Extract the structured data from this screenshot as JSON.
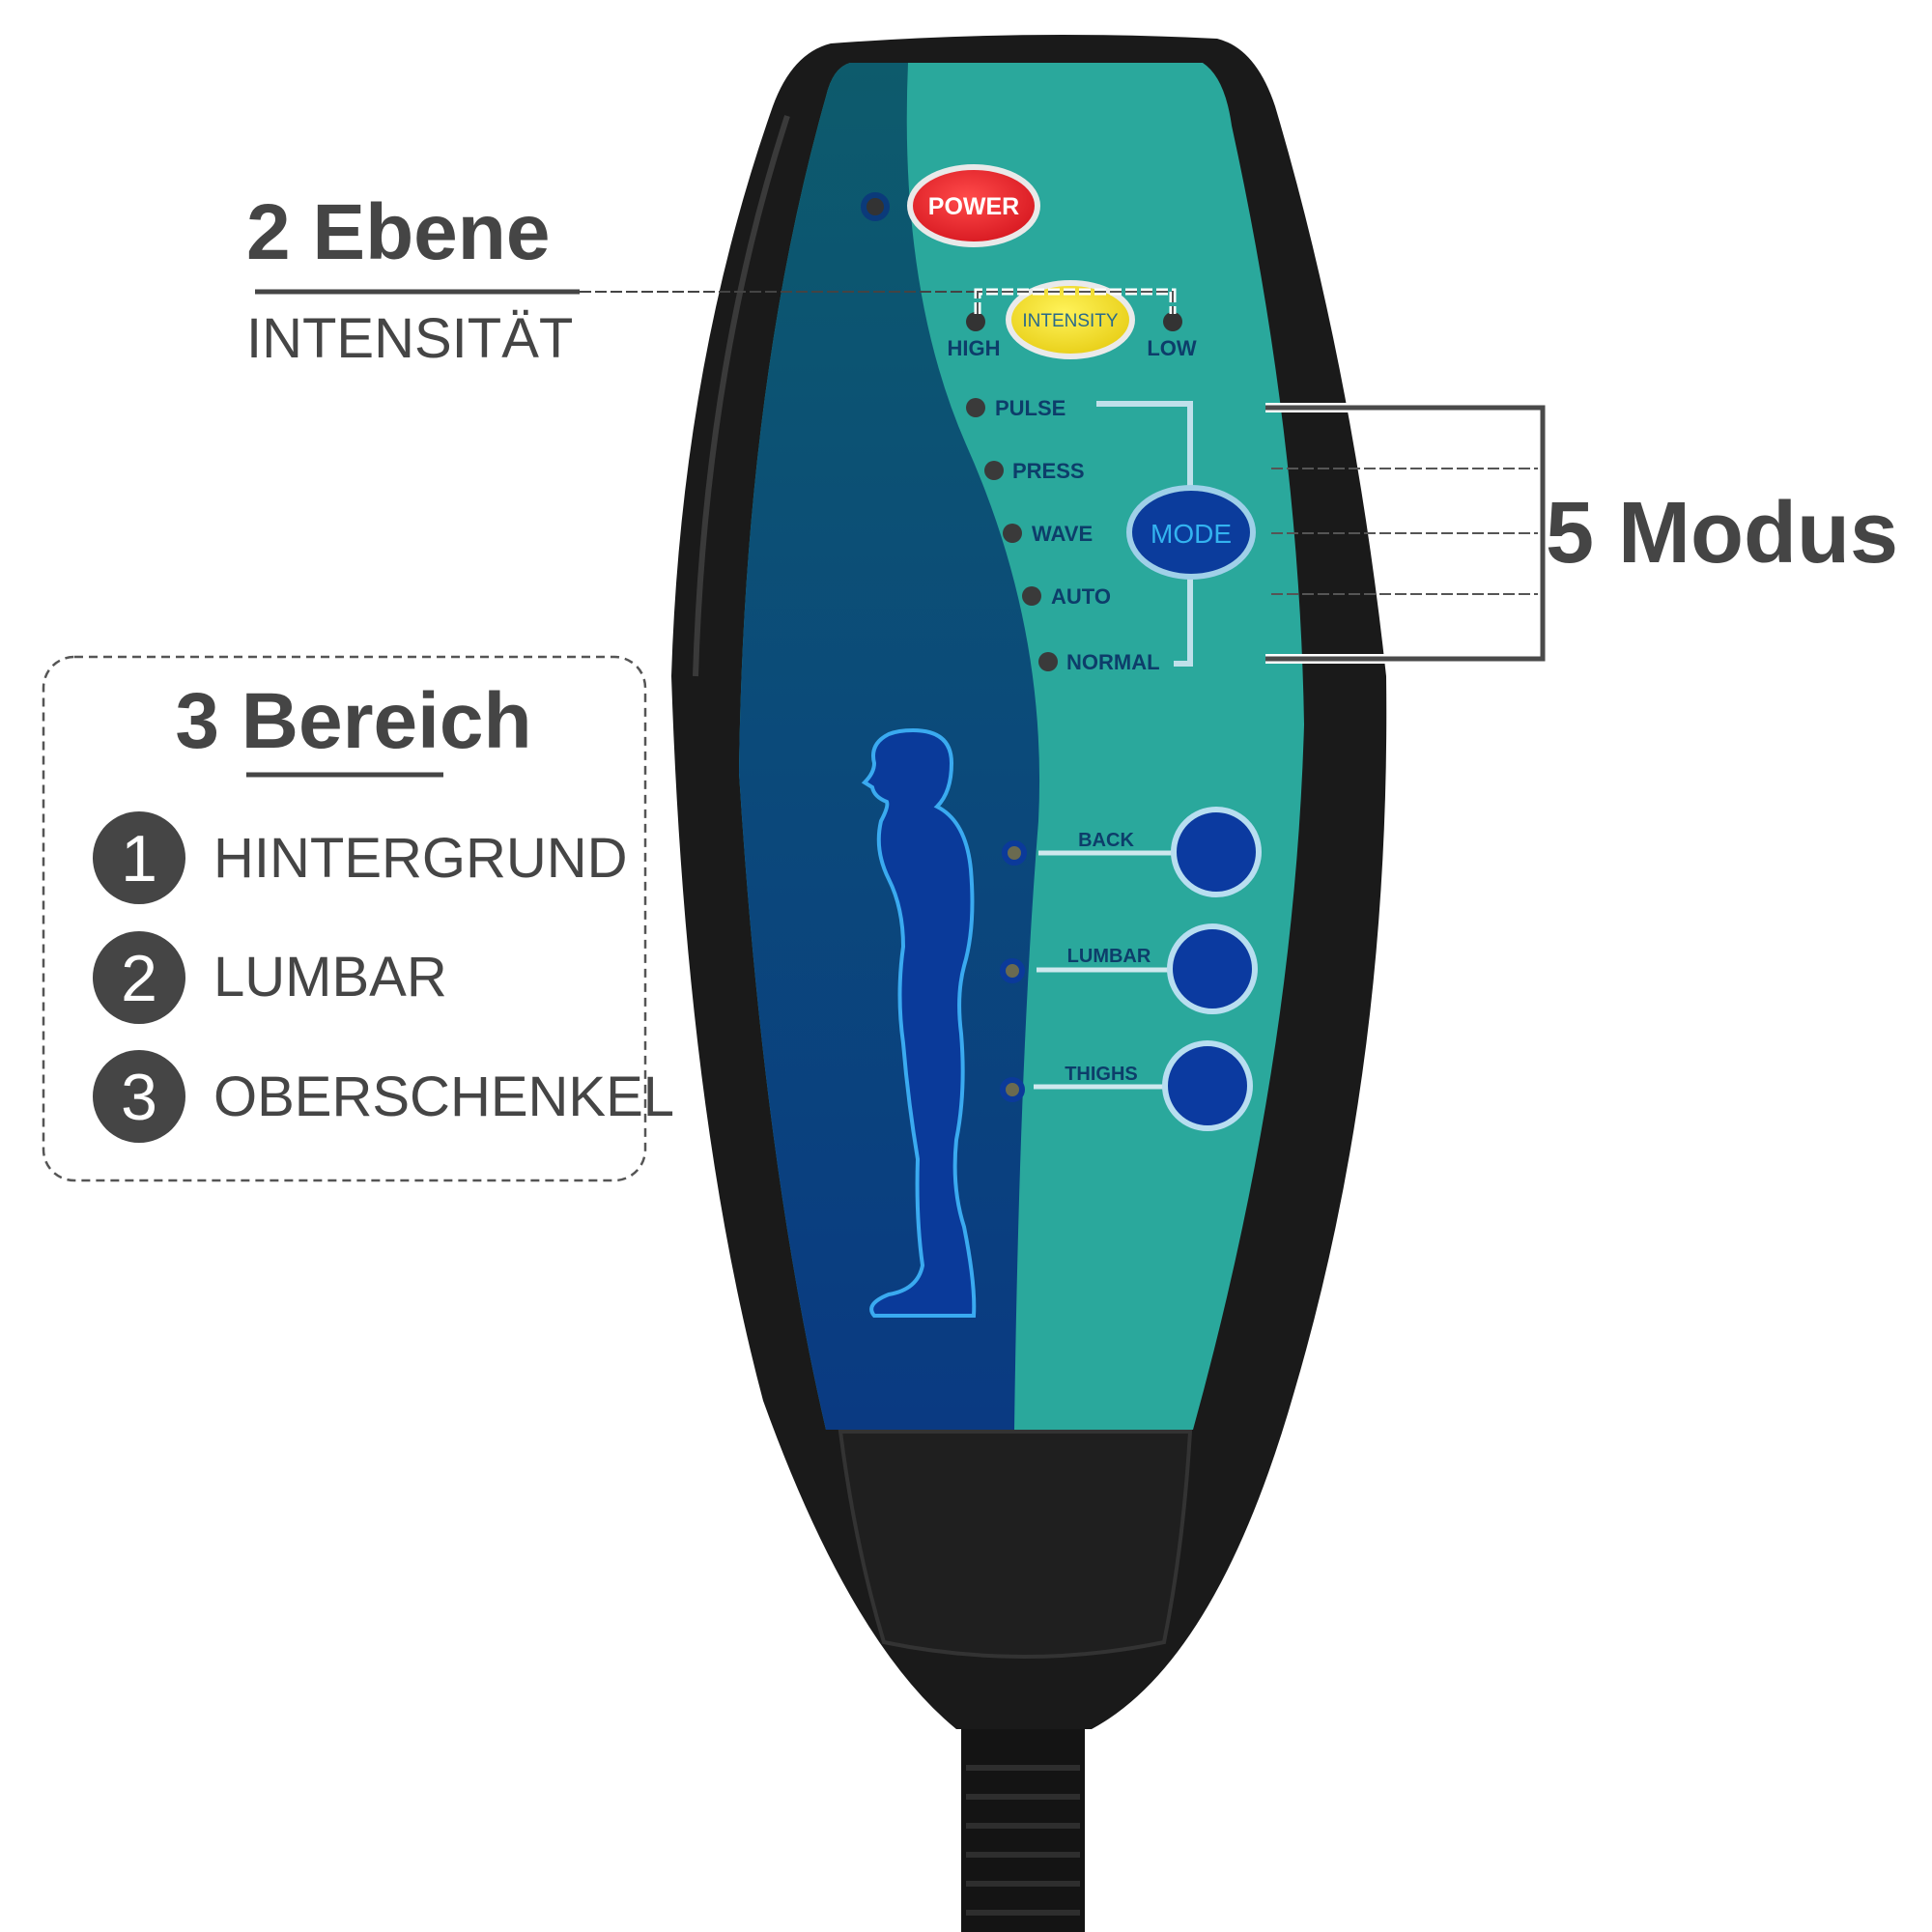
{
  "colors": {
    "panel_teal": "#2aa89c",
    "panel_dark": "#0c4f78",
    "power": "#e8262c",
    "intensity": "#f4e02a",
    "mode": "#0b3c9c",
    "body": "#1a1a1a",
    "annotation": "#454545"
  },
  "annotations": {
    "level": {
      "title": "2 Ebene",
      "subtitle": "INTENSITÄT"
    },
    "mode": {
      "title": "5 Modus"
    },
    "area": {
      "title": "3 Bereich",
      "items": [
        {
          "number": "1",
          "label": "HINTERGRUND"
        },
        {
          "number": "2",
          "label": "LUMBAR"
        },
        {
          "number": "3",
          "label": "OBERSCHENKEL"
        }
      ]
    }
  },
  "remote": {
    "power": "POWER",
    "intensity": "INTENSITY",
    "high": "HIGH",
    "low": "LOW",
    "mode": "MODE",
    "modes": [
      "PULSE",
      "PRESS",
      "WAVE",
      "AUTO",
      "NORMAL"
    ],
    "areas": [
      "BACK",
      "LUMBAR",
      "THIGHS"
    ]
  }
}
